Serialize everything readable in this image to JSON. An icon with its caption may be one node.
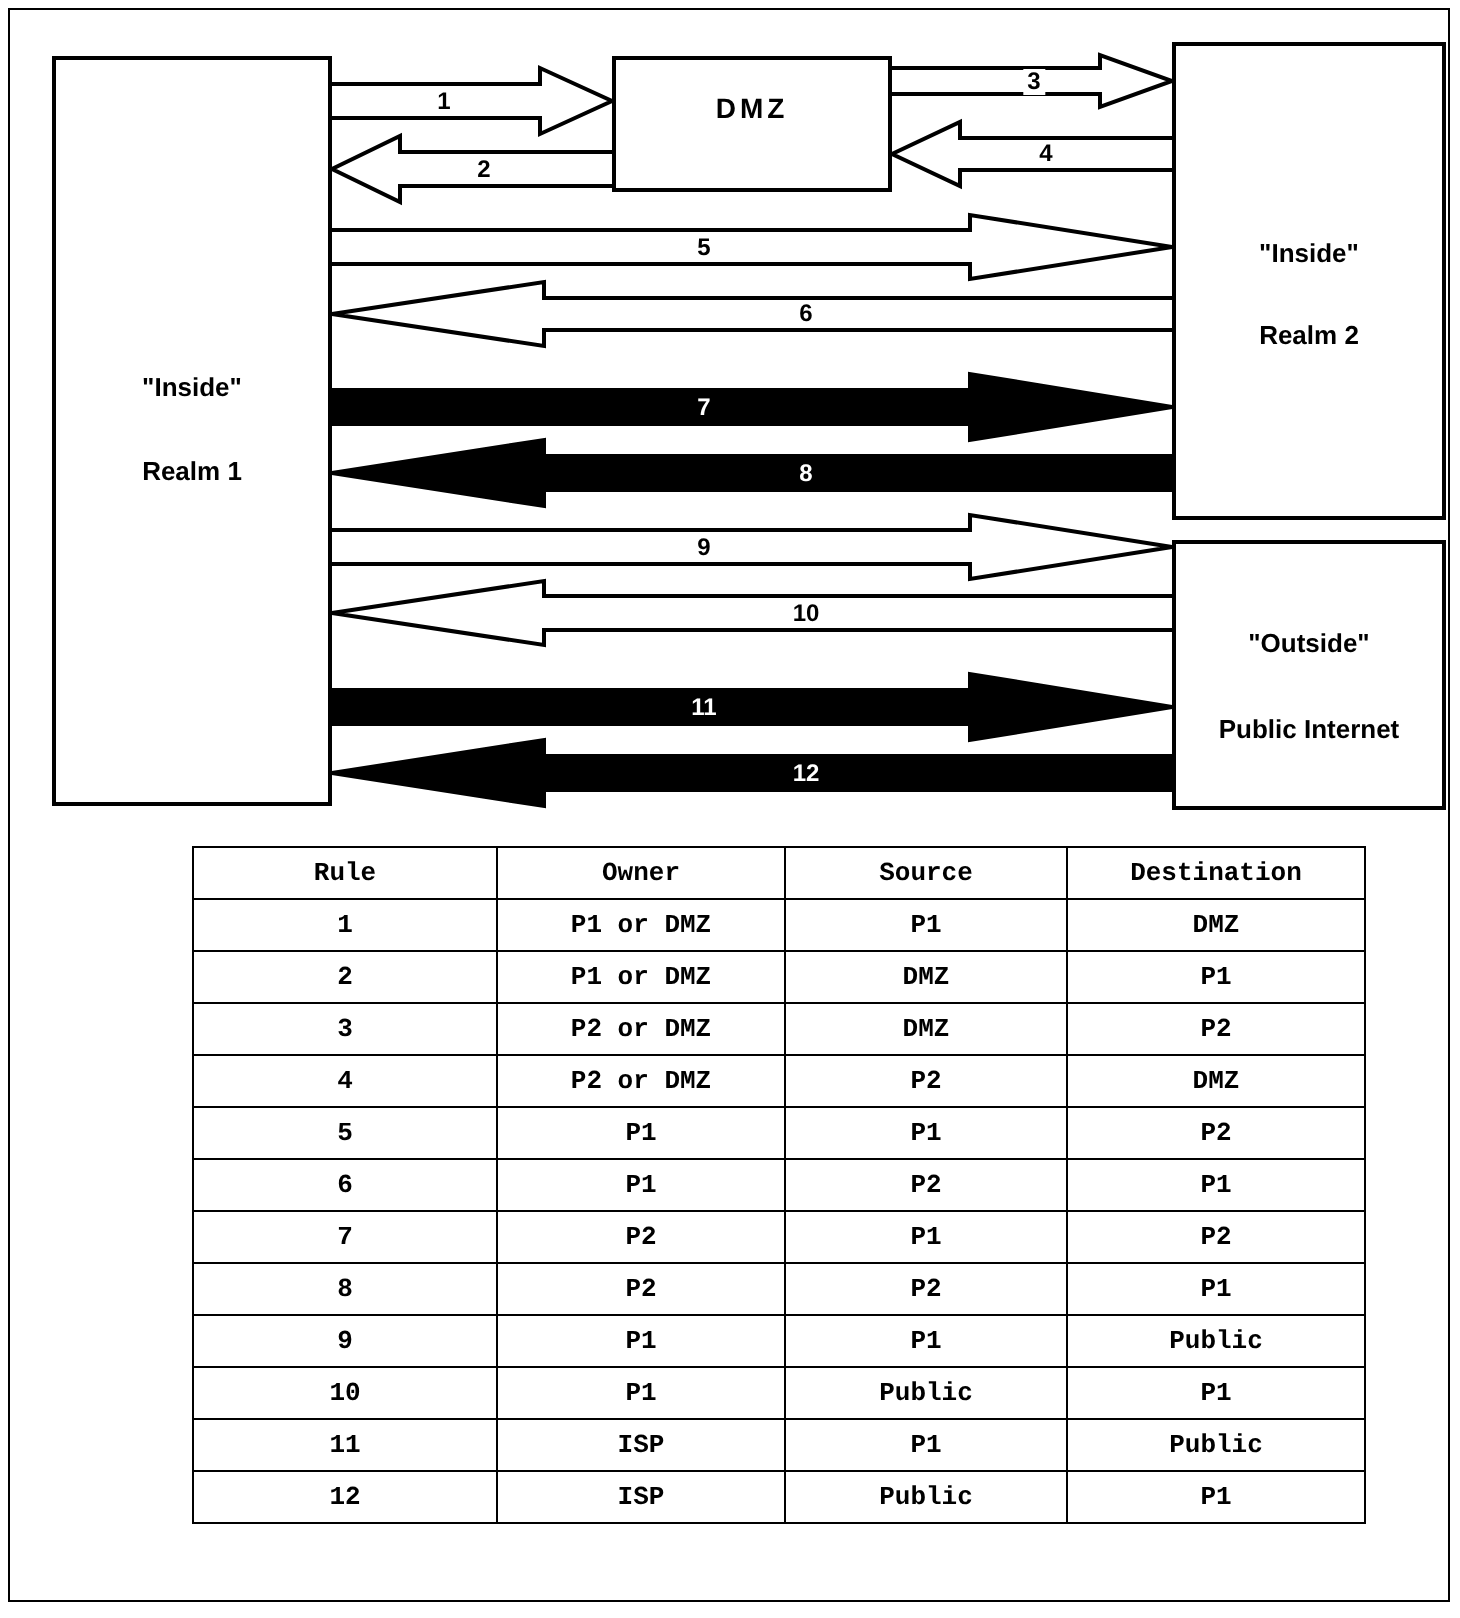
{
  "diagram": {
    "nodes": [
      {
        "text": [
          "\"Inside\"",
          "Realm 1"
        ]
      },
      {
        "text": [
          "DMZ"
        ]
      },
      {
        "text": [
          "\"Inside\"",
          "Realm 2"
        ]
      },
      {
        "text": [
          "\"Outside\"",
          "Public Internet"
        ]
      }
    ],
    "edges": [
      {
        "from": 0,
        "to": 1,
        "arrow": "to",
        "label": "1"
      },
      {
        "from": 1,
        "to": 0,
        "arrow": "to",
        "label": "2"
      },
      {
        "from": 1,
        "to": 2,
        "arrow": "to",
        "label": "3"
      },
      {
        "from": 2,
        "to": 1,
        "arrow": "to",
        "label": "4"
      },
      {
        "from": 0,
        "to": 2,
        "arrow": "to",
        "label": "5"
      },
      {
        "from": 2,
        "to": 0,
        "arrow": "to",
        "label": "6"
      },
      {
        "from": 0,
        "to": 2,
        "arrow": "to",
        "label": "7",
        "style": "thick"
      },
      {
        "from": 2,
        "to": 0,
        "arrow": "to",
        "label": "8",
        "style": "thick"
      },
      {
        "from": 0,
        "to": 3,
        "arrow": "to",
        "label": "9"
      },
      {
        "from": 3,
        "to": 0,
        "arrow": "to",
        "label": "10"
      },
      {
        "from": 0,
        "to": 3,
        "arrow": "to",
        "label": "11",
        "style": "thick"
      },
      {
        "from": 3,
        "to": 0,
        "arrow": "to",
        "label": "12",
        "style": "thick"
      }
    ],
    "labels": [
      "Rule",
      "Owner",
      "Source",
      "Destination",
      "1",
      "P1 or DMZ",
      "P1",
      "DMZ",
      "2",
      "P1 or DMZ",
      "DMZ",
      "P1",
      "3",
      "P2 or DMZ",
      "DMZ",
      "P2",
      "4",
      "P2 or DMZ",
      "P2",
      "DMZ",
      "5",
      "P1",
      "P1",
      "P2",
      "6",
      "P1",
      "P2",
      "P1",
      "7",
      "P2",
      "P1",
      "P2",
      "8",
      "P2",
      "P2",
      "P1",
      "9",
      "P1",
      "P1",
      "Public",
      "10",
      "P1",
      "Public",
      "P1",
      "11",
      "ISP",
      "P1",
      "Public",
      "12",
      "ISP",
      "Public",
      "P1"
    ]
  }
}
